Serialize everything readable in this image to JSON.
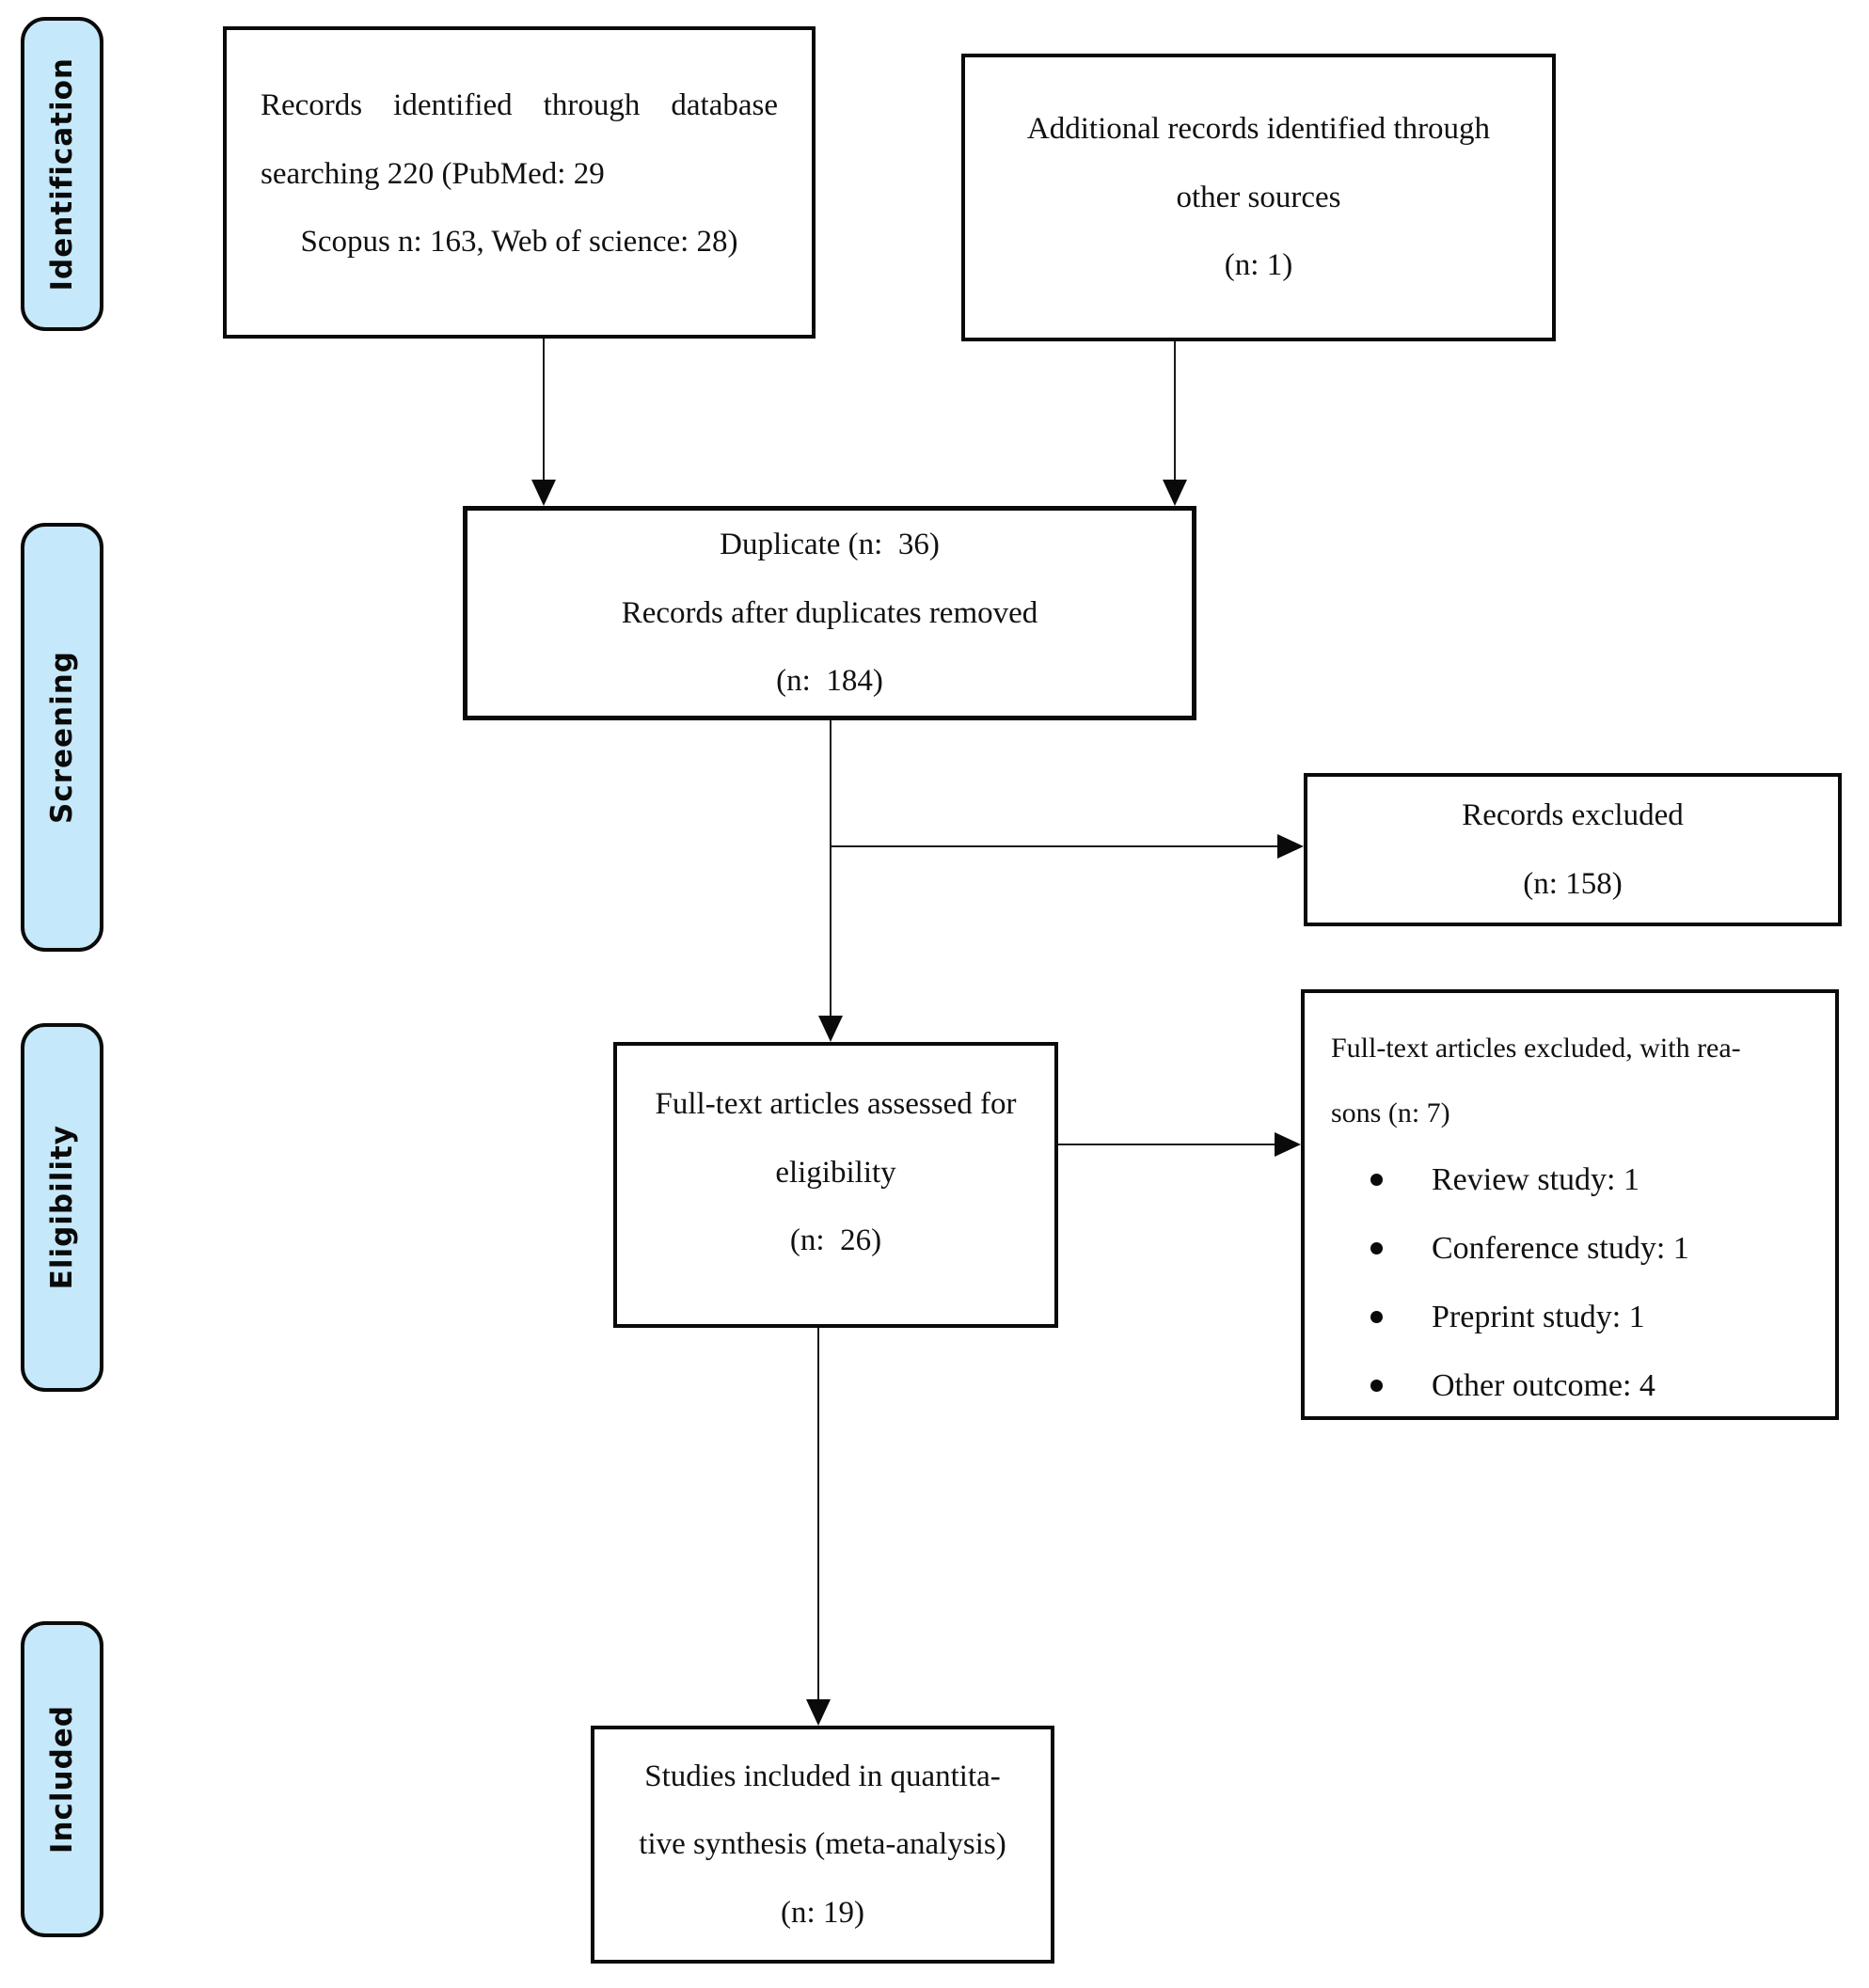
{
  "palette": {
    "stage_fill": "#C5E8FA",
    "stage_border": "#0A0A0A",
    "box_border": "#0A0A0A",
    "text": "#111111",
    "background": "#FFFFFF"
  },
  "sidebar": {
    "stages": [
      {
        "label": "Identification"
      },
      {
        "label": "Screening"
      },
      {
        "label": "Eligibility"
      },
      {
        "label": "Included"
      }
    ]
  },
  "boxes": {
    "records_identified": {
      "lines": [
        "Records identified through database",
        "searching 220 (PubMed: 29",
        "Scopus n: 163, Web of science: 28)"
      ]
    },
    "additional_records": {
      "lines": [
        "Additional records identified through",
        "other sources",
        "(n: 1)"
      ]
    },
    "duplicates_removed": {
      "lines": [
        "Duplicate (n:  36)",
        "Records after duplicates removed",
        "(n:  184)"
      ]
    },
    "records_excluded": {
      "lines": [
        "Records excluded",
        "(n: 158)"
      ]
    },
    "fulltext_assessed": {
      "lines": [
        "Full-text articles assessed for",
        "eligibility",
        "(n:  26)"
      ]
    },
    "fulltext_excluded": {
      "header_lines": [
        "Full-text articles excluded, with rea-",
        "sons (n: 7)"
      ],
      "bullets": [
        "Review study: 1",
        "Conference study: 1",
        "Preprint study: 1",
        "Other outcome: 4"
      ]
    },
    "studies_included": {
      "lines": [
        "Studies included in quantita-",
        "tive synthesis (meta-analysis)",
        "(n: 19)"
      ]
    }
  }
}
